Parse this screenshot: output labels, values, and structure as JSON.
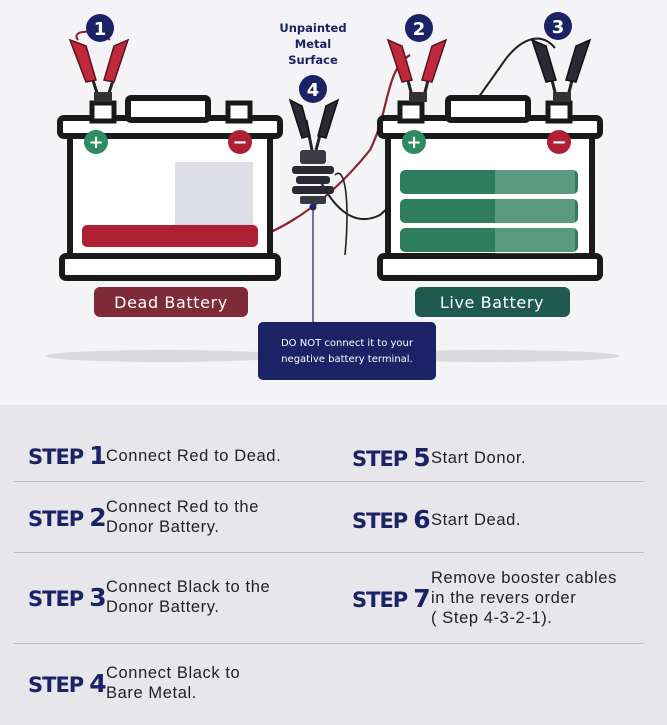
{
  "diagram": {
    "surface_label": [
      "Unpainted",
      "Metal",
      "Surface"
    ],
    "markers": [
      "1",
      "2",
      "3",
      "4"
    ],
    "dead_battery_label": "Dead Battery",
    "live_battery_label": "Live Battery",
    "warning": [
      "DO NOT connect it to your",
      "negative battery  terminal."
    ],
    "plus_symbol": "+",
    "minus_symbol": "−",
    "colors": {
      "navy": "#1b2266",
      "red_cable": "#8b2230",
      "dead_pill": "#7e2a38",
      "live_pill": "#1f5a4f",
      "green_cells": "#2e7d5e"
    }
  },
  "steps": [
    {
      "word": "STEP",
      "num": "1",
      "text": "Connect Red to Dead."
    },
    {
      "word": "STEP",
      "num": "5",
      "text": "Start Donor."
    },
    {
      "word": "STEP",
      "num": "2",
      "text": "Connect Red to the\nDonor Battery."
    },
    {
      "word": "STEP",
      "num": "6",
      "text": "Start Dead."
    },
    {
      "word": "STEP",
      "num": "3",
      "text": "Connect  Black to the\nDonor Battery."
    },
    {
      "word": "STEP",
      "num": "7",
      "text": "Remove booster cables\nin the revers order\n( Step 4-3-2-1)."
    },
    {
      "word": "STEP",
      "num": "4",
      "text": "Connect  Black to\nBare Metal."
    }
  ]
}
